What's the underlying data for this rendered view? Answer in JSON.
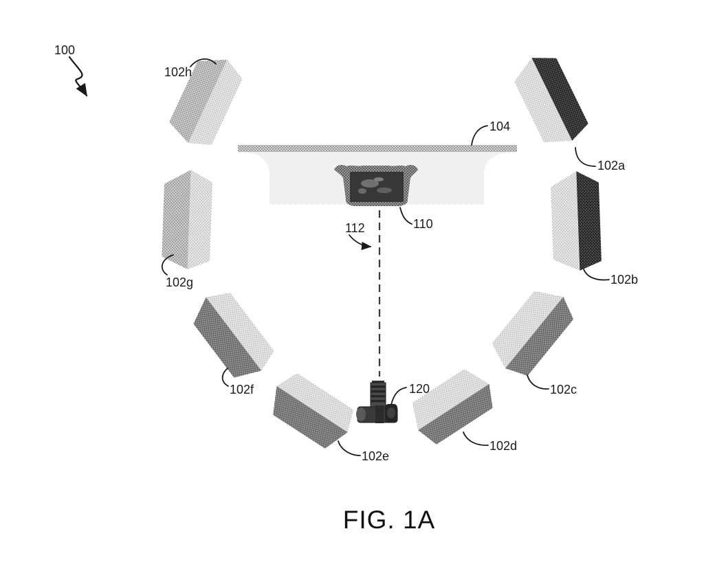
{
  "figure": {
    "caption": "FIG. 1A",
    "labels": {
      "system": "100",
      "panel_a": "102a",
      "panel_b": "102b",
      "panel_c": "102c",
      "panel_d": "102d",
      "panel_e": "102e",
      "panel_f": "102f",
      "panel_g": "102g",
      "panel_h": "102h",
      "wall": "104",
      "artwork": "110",
      "imaging_axis": "112",
      "camera": "120"
    },
    "colors": {
      "background": "#ffffff",
      "line": "#1a1a1a",
      "face_light": "#d6d6d6",
      "face_medium": "#aaaaaa",
      "face_dark": "#6a6a6a",
      "face_darkest": "#383838",
      "wall_body": "#ededed"
    }
  }
}
